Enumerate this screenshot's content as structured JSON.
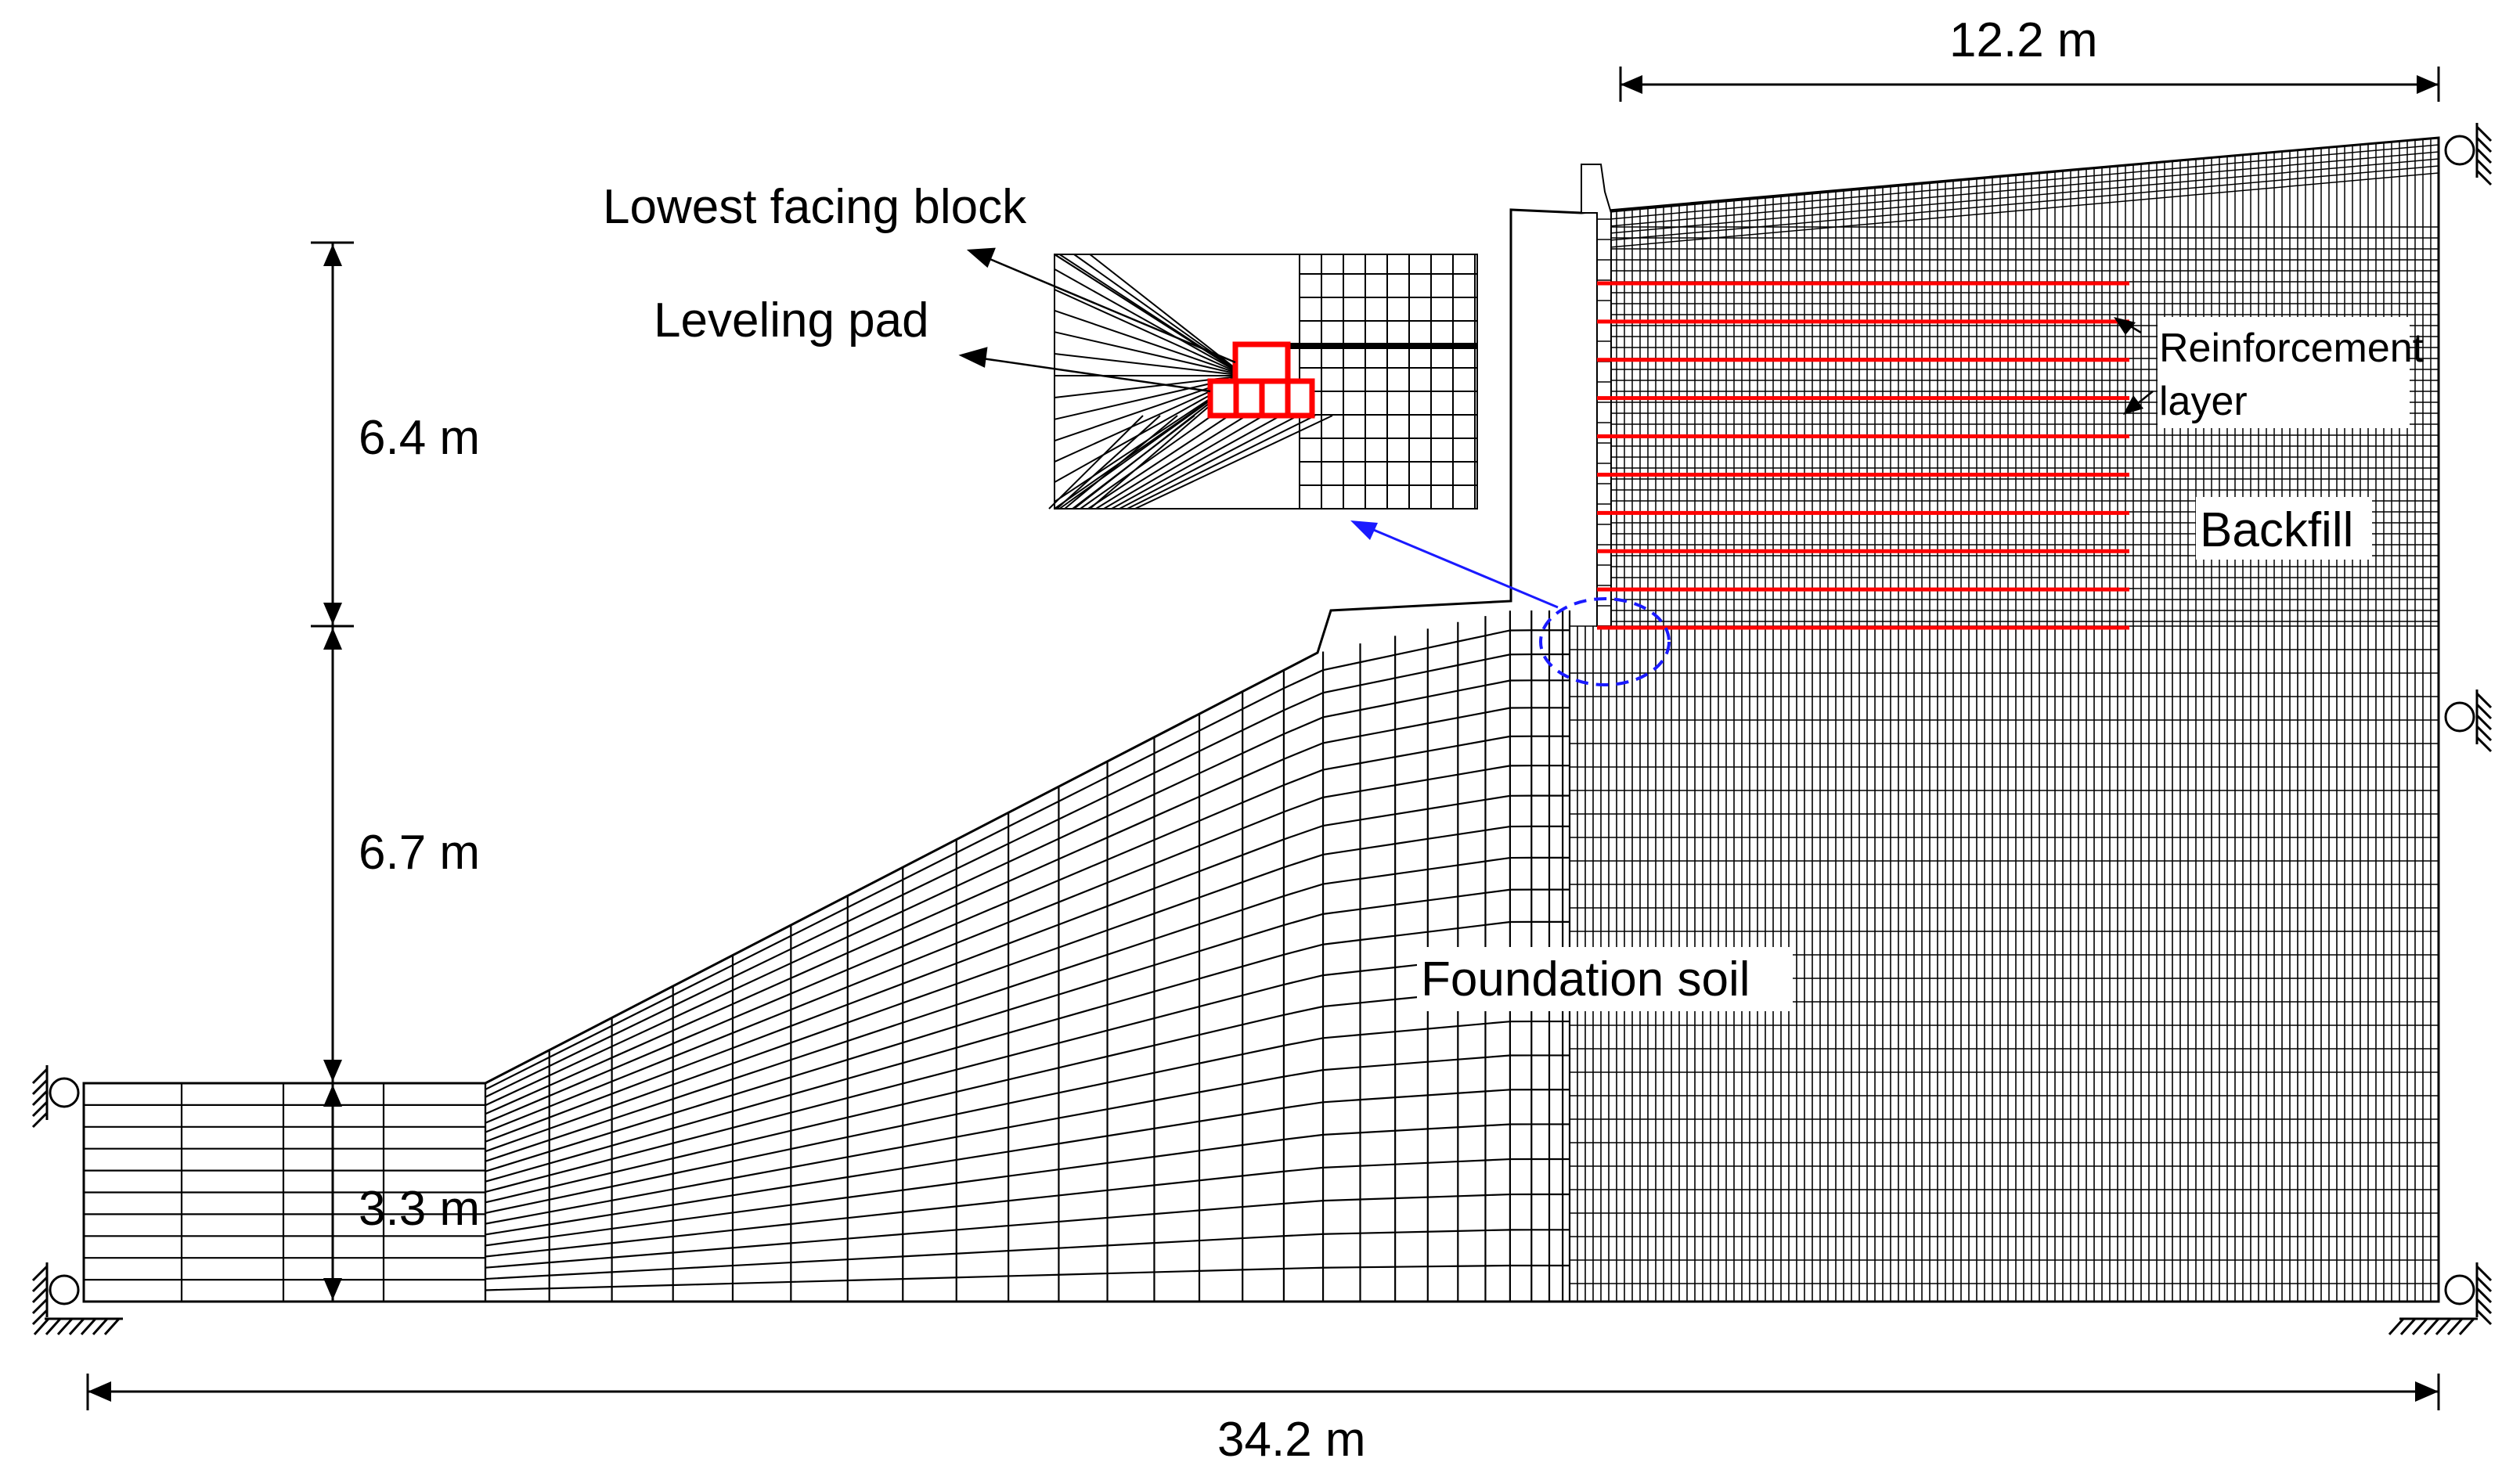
{
  "dimensions": {
    "top_width": "12.2 m",
    "height_upper": "6.4 m",
    "height_middle": "6.7 m",
    "height_lower": "3.3 m",
    "total_width": "34.2 m"
  },
  "labels": {
    "lowest_facing_block": "Lowest facing block",
    "leveling_pad": "Leveling pad",
    "reinforcement_line1": "Reinforcement",
    "reinforcement_line2": "layer",
    "backfill": "Backfill",
    "foundation_soil": "Foundation soil"
  },
  "colors": {
    "mesh": "#000000",
    "reinforcement": "#ff0000",
    "detail_marker": "#1a1aff"
  },
  "reinforcement_layer_count": 10
}
